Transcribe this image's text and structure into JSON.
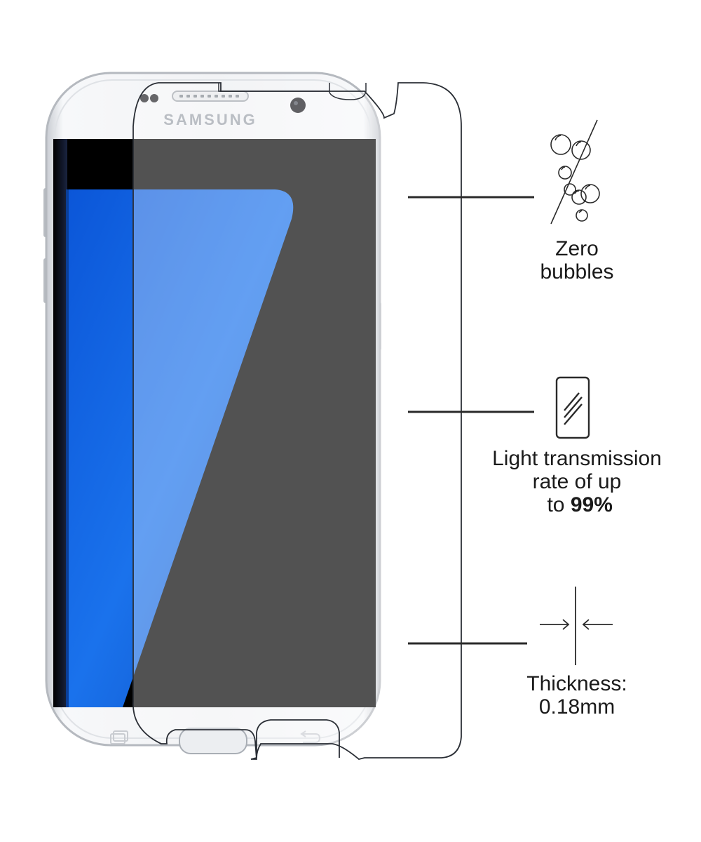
{
  "device": {
    "brand_logo": "SAMSUNG"
  },
  "features": [
    {
      "icon": "bubbles-crossed-icon",
      "lines": [
        "Zero",
        "bubbles"
      ]
    },
    {
      "icon": "phone-glass-icon",
      "lines": [
        "Light transmission",
        "rate of up"
      ],
      "last_line_prefix": "to ",
      "last_line_bold": "99%"
    },
    {
      "icon": "thickness-arrows-icon",
      "lines": [
        "Thickness:",
        "0.18mm"
      ]
    }
  ],
  "colors": {
    "screen_blue": "#1a6ee8",
    "phone_body": "#eef0f3",
    "text": "#1a1a1a"
  }
}
